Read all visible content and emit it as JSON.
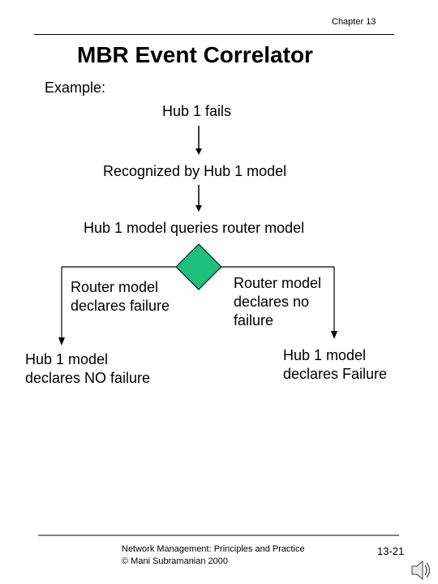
{
  "header": {
    "chapter": "Chapter 13"
  },
  "title": "MBR Event Correlator",
  "example_label": "Example:",
  "flow": {
    "step1": "Hub 1 fails",
    "step2": "Recognized by Hub 1 model",
    "step3": "Hub 1 model queries router model",
    "left_branch_label": [
      "Router model",
      "declares failure"
    ],
    "right_branch_label": [
      "Router model",
      "declares no",
      "failure"
    ],
    "left_result": [
      "Hub 1 model",
      "declares  NO failure"
    ],
    "right_result": [
      "Hub 1 model",
      "declares Failure"
    ],
    "decision_color": "#1fbf7f"
  },
  "footer": {
    "line1": "Network Management: Principles and Practice",
    "line2": "©  Mani Subramanian 2000",
    "page": "13-21",
    "icon": "speaker-icon"
  }
}
